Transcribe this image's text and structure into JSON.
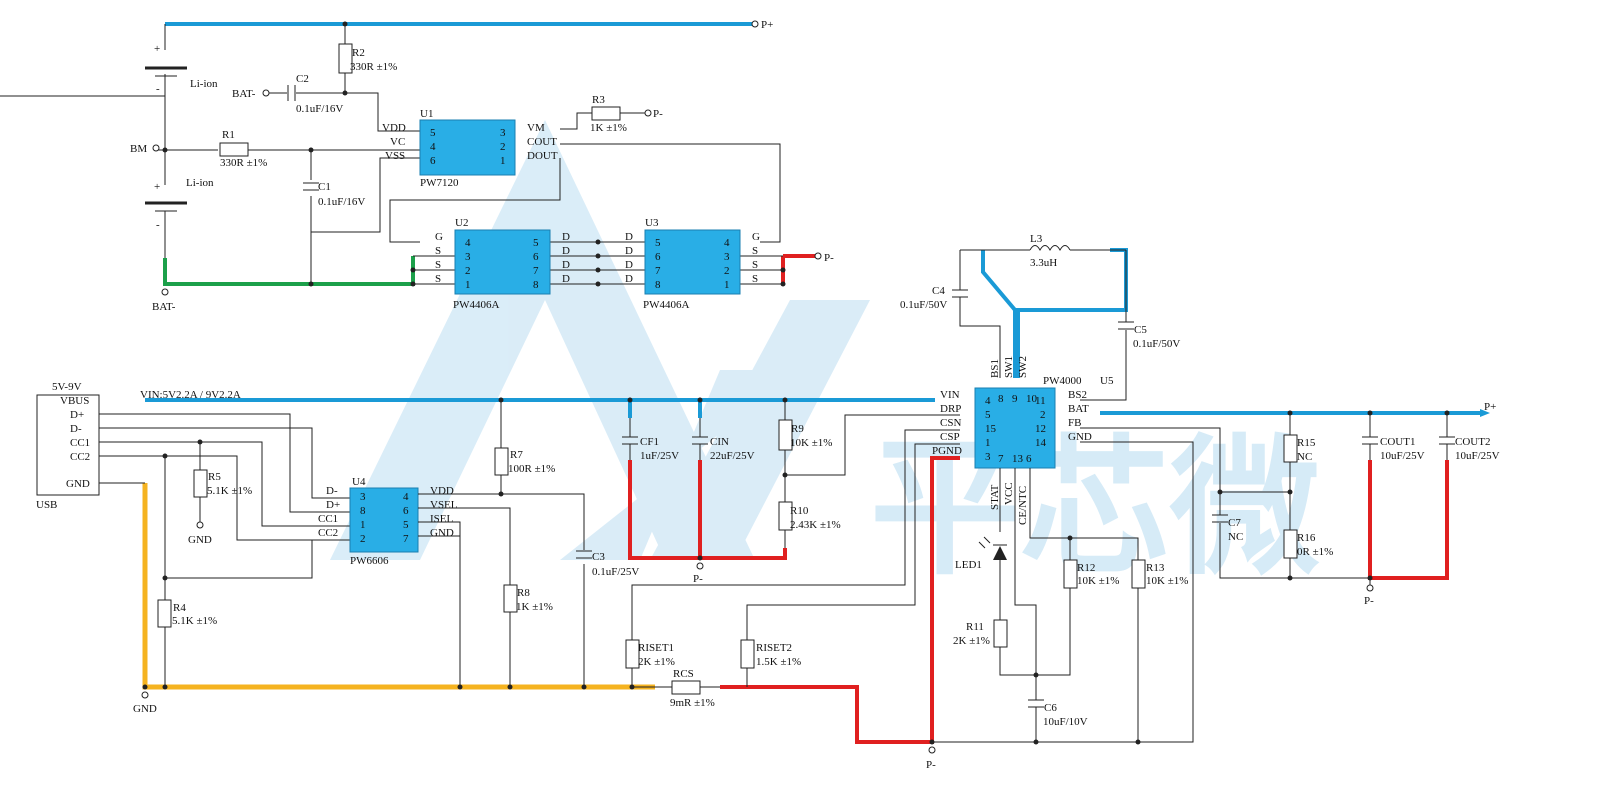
{
  "labels": {
    "p_plus_top": "P+",
    "p_minus_u3": "P-",
    "p_minus_r3": "P-",
    "bat_minus_left": "BAT-",
    "bat_minus_bottom": "BAT-",
    "bm": "BM",
    "liion_top": "Li-ion",
    "liion_bottom": "Li-ion",
    "plus1": "+",
    "plus2": "+",
    "minus1": "-",
    "minus2": "-",
    "in_5v9v": "5V-9V",
    "vin_net": "VIN:5V2.2A / 9V2.2A",
    "gnd_r5": "GND",
    "gnd_bottom": "GND",
    "p_minus_cf": "P-",
    "p_minus_bottom": "P-",
    "p_minus_right": "P-",
    "p_plus_right": "P+"
  },
  "components": {
    "r1": {
      "ref": "R1",
      "value": "330R ±1%"
    },
    "r2": {
      "ref": "R2",
      "value": "330R ±1%"
    },
    "r3": {
      "ref": "R3",
      "value": "1K ±1%"
    },
    "c1": {
      "ref": "C1",
      "value": "0.1uF/16V"
    },
    "c2": {
      "ref": "C2",
      "value": "0.1uF/16V"
    },
    "r4": {
      "ref": "R4",
      "value": "5.1K ±1%"
    },
    "r5": {
      "ref": "R5",
      "value": "5.1K ±1%"
    },
    "r7": {
      "ref": "R7",
      "value": "100R ±1%"
    },
    "r8": {
      "ref": "R8",
      "value": "1K ±1%"
    },
    "c3": {
      "ref": "C3",
      "value": "0.1uF/25V"
    },
    "cf1": {
      "ref": "CF1",
      "value": "1uF/25V"
    },
    "cin": {
      "ref": "CIN",
      "value": "22uF/25V"
    },
    "r9": {
      "ref": "R9",
      "value": "10K ±1%"
    },
    "r10": {
      "ref": "R10",
      "value": "2.43K ±1%"
    },
    "riset1": {
      "ref": "RISET1",
      "value": "2K ±1%"
    },
    "riset2": {
      "ref": "RISET2",
      "value": "1.5K ±1%"
    },
    "rcs": {
      "ref": "RCS",
      "value": "9mR ±1%"
    },
    "c4": {
      "ref": "C4",
      "value": "0.1uF/50V"
    },
    "l3": {
      "ref": "L3",
      "value": "3.3uH"
    },
    "c5": {
      "ref": "C5",
      "value": "0.1uF/50V"
    },
    "led1": {
      "ref": "LED1"
    },
    "r11": {
      "ref": "R11",
      "value": "2K ±1%"
    },
    "r12": {
      "ref": "R12",
      "value": "10K ±1%"
    },
    "r13": {
      "ref": "R13",
      "value": "10K ±1%"
    },
    "c6": {
      "ref": "C6",
      "value": "10uF/10V"
    },
    "c7": {
      "ref": "C7",
      "value": "NC"
    },
    "r15": {
      "ref": "R15",
      "value": "NC"
    },
    "r16": {
      "ref": "R16",
      "value": "0R ±1%"
    },
    "cout1": {
      "ref": "COUT1",
      "value": "10uF/25V"
    },
    "cout2": {
      "ref": "COUT2",
      "value": "10uF/25V"
    }
  },
  "ics": {
    "u1": {
      "ref": "U1",
      "part": "PW7120",
      "left_pins": [
        {
          "name": "VDD",
          "num": "5"
        },
        {
          "name": "VC",
          "num": "4"
        },
        {
          "name": "VSS",
          "num": "6"
        }
      ],
      "right_pins": [
        {
          "name": "VM",
          "num": "3"
        },
        {
          "name": "COUT",
          "num": "2"
        },
        {
          "name": "DOUT",
          "num": "1"
        }
      ]
    },
    "u2": {
      "ref": "U2",
      "part": "PW4406A",
      "left_pins": [
        {
          "name": "G",
          "num": "4"
        },
        {
          "name": "S",
          "num": "3"
        },
        {
          "name": "S",
          "num": "2"
        },
        {
          "name": "S",
          "num": "1"
        }
      ],
      "right_pins": [
        {
          "name": "D",
          "num": "5"
        },
        {
          "name": "D",
          "num": "6"
        },
        {
          "name": "D",
          "num": "7"
        },
        {
          "name": "D",
          "num": "8"
        }
      ]
    },
    "u3": {
      "ref": "U3",
      "part": "PW4406A",
      "left_pins": [
        {
          "name": "D",
          "num": "5"
        },
        {
          "name": "D",
          "num": "6"
        },
        {
          "name": "D",
          "num": "7"
        },
        {
          "name": "D",
          "num": "8"
        }
      ],
      "right_pins": [
        {
          "name": "G",
          "num": "4"
        },
        {
          "name": "S",
          "num": "3"
        },
        {
          "name": "S",
          "num": "2"
        },
        {
          "name": "S",
          "num": "1"
        }
      ]
    },
    "u4": {
      "ref": "U4",
      "part": "PW6606",
      "left_pins": [
        {
          "name": "D-",
          "num": "3"
        },
        {
          "name": "D+",
          "num": "8"
        },
        {
          "name": "CC1",
          "num": "1"
        },
        {
          "name": "CC2",
          "num": "2"
        }
      ],
      "right_pins": [
        {
          "name": "VDD",
          "num": "4"
        },
        {
          "name": "VSEL",
          "num": "6"
        },
        {
          "name": "ISEL",
          "num": "5"
        },
        {
          "name": "GND",
          "num": "7"
        }
      ]
    },
    "u5": {
      "ref": "U5",
      "part": "PW4000",
      "left_pins": [
        {
          "name": "VIN",
          "num": "4"
        },
        {
          "name": "DRP",
          "num": "5"
        },
        {
          "name": "CSN",
          "num": "15"
        },
        {
          "name": "CSP",
          "num": "1"
        },
        {
          "name": "PGND",
          "num": "3"
        }
      ],
      "right_pins": [
        {
          "name": "BS2",
          "num": "11"
        },
        {
          "name": "BAT",
          "num": "2"
        },
        {
          "name": "FB",
          "num": "12"
        },
        {
          "name": "GND",
          "num": "14"
        }
      ],
      "top_pins": [
        {
          "name": "BS1",
          "num": "8"
        },
        {
          "name": "SW1",
          "num": "9"
        },
        {
          "name": "SW2",
          "num": "10"
        }
      ],
      "bottom_pins": [
        {
          "name": "STAT",
          "num": "7"
        },
        {
          "name": "VCC",
          "num": "13"
        },
        {
          "name": "CE/NTC",
          "num": "6"
        }
      ]
    }
  },
  "usb": {
    "ref": "USB",
    "pins": [
      "VBUS",
      "D+",
      "D-",
      "CC1",
      "CC2",
      "GND"
    ]
  },
  "watermark": "平芯微",
  "colors": {
    "vbus_net": "#1a9ad6",
    "pminus_net": "#e02020",
    "batminus_net": "#1ca04a",
    "gnd_net": "#f5b320",
    "ic_fill": "#29aee6"
  }
}
